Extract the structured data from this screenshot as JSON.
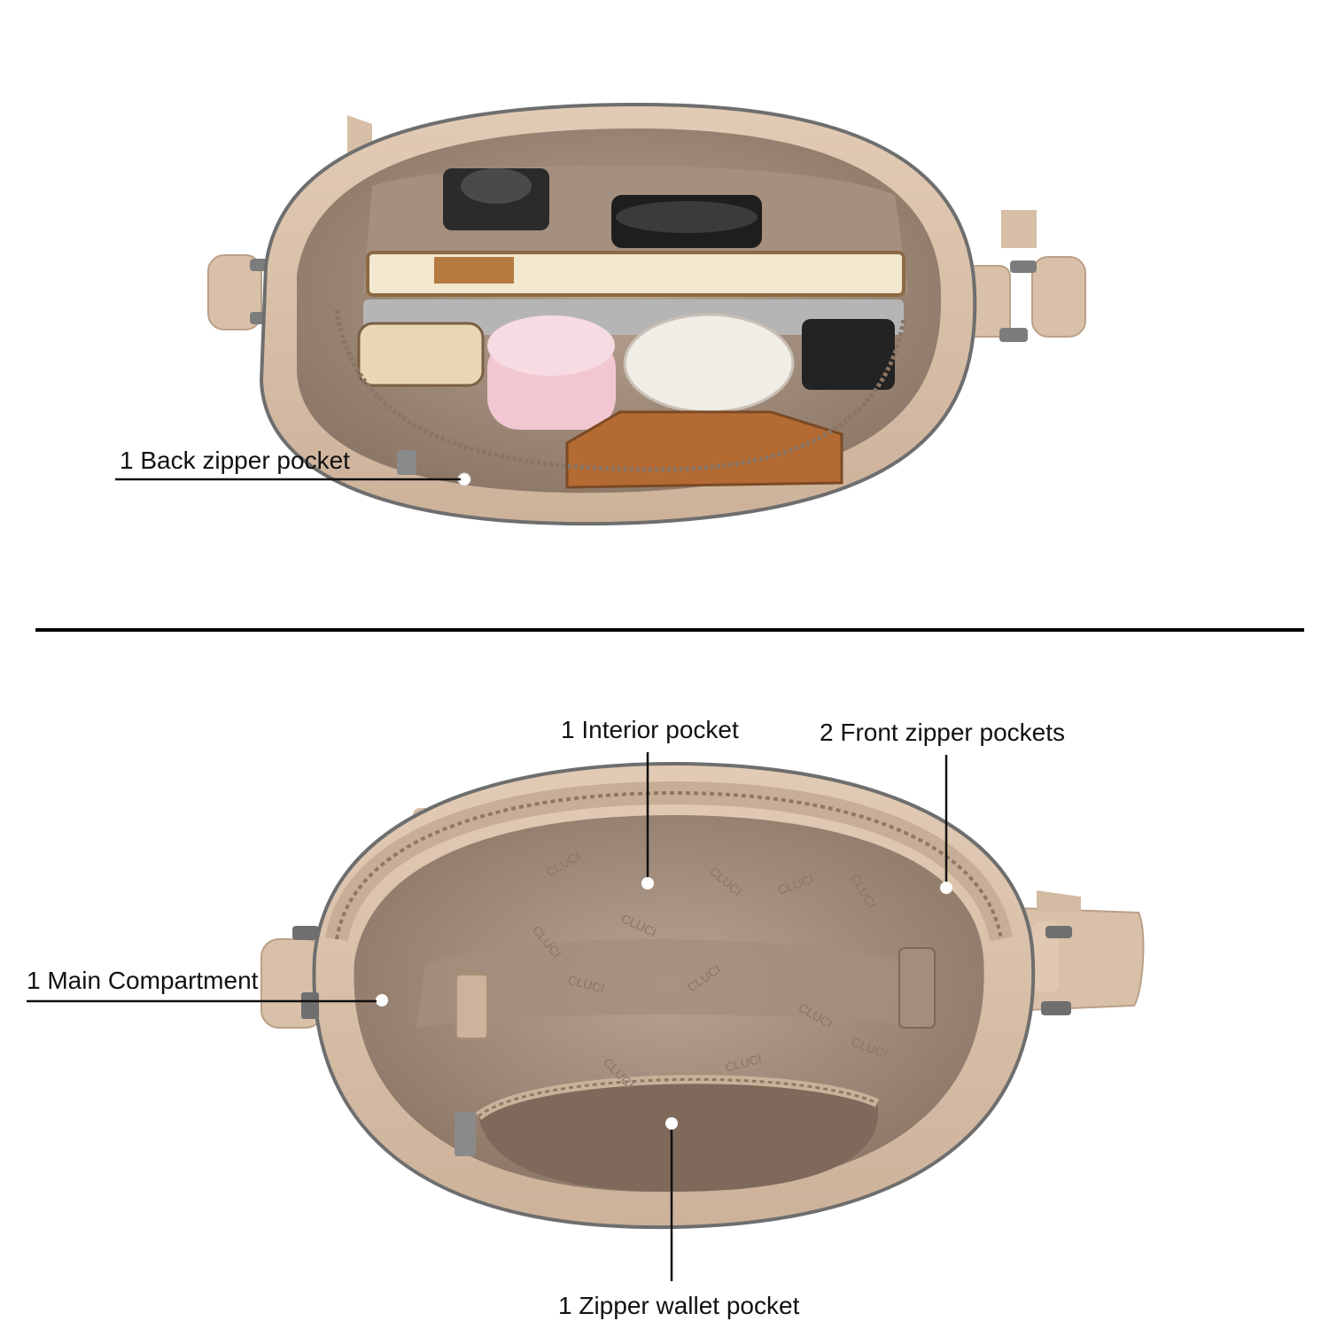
{
  "labels": {
    "back_zipper_pocket": "1 Back zipper pocket",
    "interior_pocket": "1 Interior pocket",
    "front_zipper_pockets": "2 Front zipper pockets",
    "main_compartment": "1 Main Compartment",
    "zipper_wallet_pocket": "1 Zipper wallet pocket"
  },
  "lining_print": "CLUCI",
  "colors": {
    "leather": "#d9c0a8",
    "leather_dark": "#b89c83",
    "lining": "#b29b8a",
    "lining_dark": "#8f7a6b",
    "trim": "#6e6e6e",
    "marker": "#ffffff"
  }
}
